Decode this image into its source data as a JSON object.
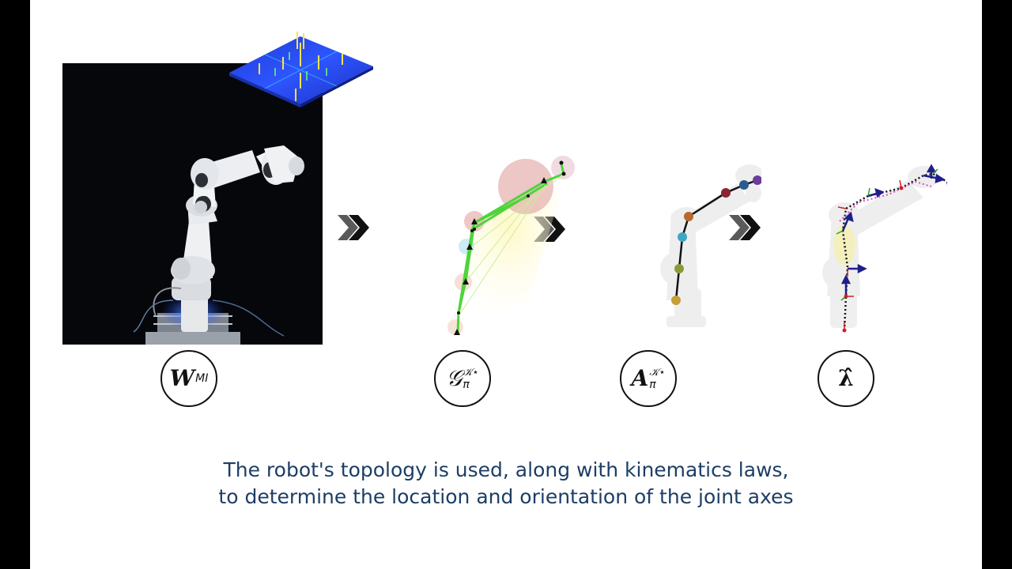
{
  "stages": [
    {
      "id": "mutual-information",
      "symbol": "W",
      "subscript": "MI",
      "superscript": ""
    },
    {
      "id": "topology-graph",
      "symbol": "𝒢",
      "subscript": "π",
      "superscript": "𝒦⋆"
    },
    {
      "id": "adjacency",
      "symbol": "A",
      "subscript": "π",
      "superscript": "𝒦⋆"
    },
    {
      "id": "joint-axes",
      "symbol": "λ̂",
      "subscript": "",
      "superscript": ""
    }
  ],
  "caption": {
    "line1": "The robot's topology is used, along with kinematics laws,",
    "line2": "to determine the location and orientation of the joint axes"
  },
  "icons": {
    "arrow": "double-chevron-right-icon"
  },
  "colors": {
    "caption": "#1d3e66",
    "graph_edges": "#4ed43a",
    "skeleton_links": "#111111"
  }
}
